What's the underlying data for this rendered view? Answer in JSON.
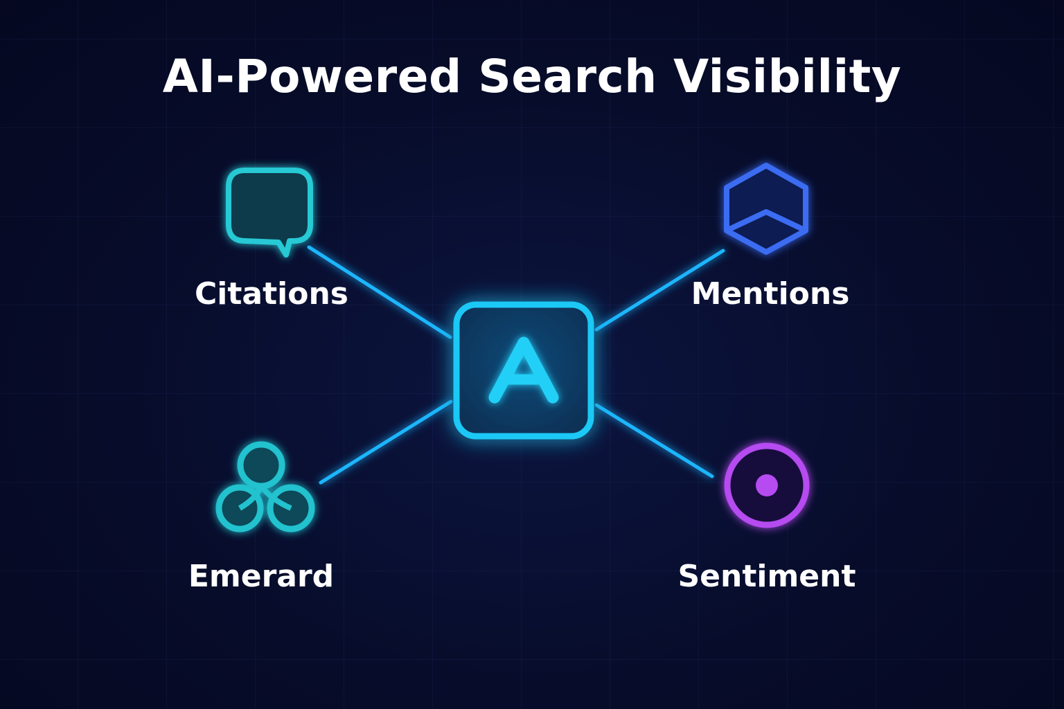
{
  "title": "AI-Powered Search Visibility",
  "center": {
    "letter": "A",
    "icon": "letter-a-icon",
    "color": "#1fc8f5"
  },
  "nodes": [
    {
      "id": "citations",
      "label": "Citations",
      "icon": "speech-bubble-icon",
      "color": "#27c9d4"
    },
    {
      "id": "mentions",
      "label": "Mentions",
      "icon": "hexagon-icon",
      "color": "#3a6cf2"
    },
    {
      "id": "emerard",
      "label": "Emerard",
      "icon": "trefoil-icon",
      "color": "#22c2cf"
    },
    {
      "id": "sentiment",
      "label": "Sentiment",
      "icon": "target-icon",
      "color": "#b54cf0"
    }
  ],
  "connector_color": "#1fb6ff"
}
